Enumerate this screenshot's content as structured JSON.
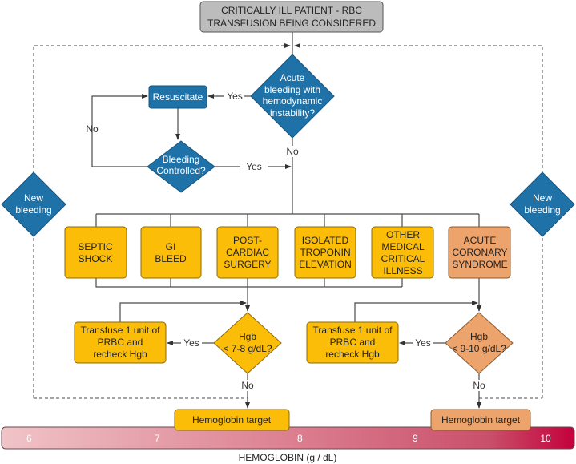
{
  "start": {
    "lines": [
      "CRITICALLY ILL PATIENT - RBC",
      "TRANSFUSION BEING CONSIDERED"
    ]
  },
  "acute_bleeding": {
    "lines": [
      "Acute",
      "bleeding with",
      "hemodynamic",
      "instability?"
    ]
  },
  "resuscitate": "Resuscitate",
  "bleeding_controlled": {
    "lines": [
      "Bleeding",
      "Controlled?"
    ]
  },
  "new_bleeding": {
    "lines": [
      "New",
      "bleeding"
    ]
  },
  "labels": {
    "yes": "Yes",
    "no": "No"
  },
  "conditions": [
    {
      "lines": [
        "SEPTIC",
        "SHOCK"
      ]
    },
    {
      "lines": [
        "GI",
        "BLEED"
      ]
    },
    {
      "lines": [
        "POST-",
        "CARDIAC",
        "SURGERY"
      ]
    },
    {
      "lines": [
        "ISOLATED",
        "TROPONIN",
        "ELEVATION"
      ]
    },
    {
      "lines": [
        "OTHER",
        "MEDICAL",
        "CRITICAL",
        "ILLNESS"
      ]
    },
    {
      "lines": [
        "ACUTE",
        "CORONARY",
        "SYNDROME"
      ]
    }
  ],
  "transfuse": {
    "lines": [
      "Transfuse 1 unit of",
      "PRBC and",
      "recheck Hgb"
    ]
  },
  "hgb_left": {
    "lines": [
      "Hgb",
      "< 7-8 g/dL?"
    ]
  },
  "hgb_right": {
    "lines": [
      "Hgb",
      "< 9-10 g/dL?"
    ]
  },
  "target": "Hemoglobin target",
  "scale": {
    "ticks": [
      "6",
      "7",
      "8",
      "9",
      "10"
    ],
    "label": "HEMOGLOBIN (g / dL)"
  },
  "colors": {
    "blue": "#1f72a8",
    "gold": "#fbbd08",
    "orange": "#eca46c",
    "bar_start": "#f0c4c8",
    "bar_end": "#c4003c"
  }
}
